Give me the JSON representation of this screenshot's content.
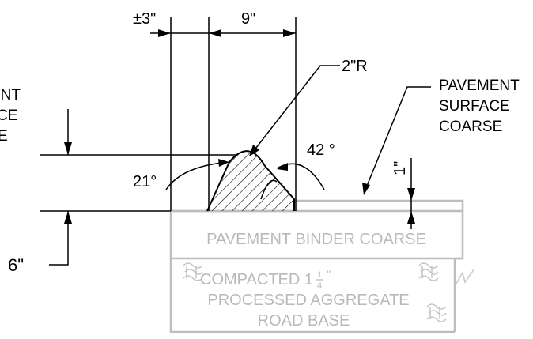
{
  "dimensions": {
    "offset_label": "±3\"",
    "width_label": "9\"",
    "radius_label": "2\"R",
    "angle_right_label": "42 °",
    "angle_left_label": "21°",
    "overlap_label": "1\"",
    "depth_label": "6\""
  },
  "callouts": {
    "left_partial_lines": [
      "ENT",
      "CE",
      "E"
    ],
    "surface_lines": [
      "PAVEMENT",
      "SURFACE",
      "COARSE"
    ]
  },
  "layers": {
    "binder_label": "PAVEMENT BINDER COARSE",
    "base_line1": "COMPACTED 1",
    "base_fraction_num": "1",
    "base_fraction_den": "4",
    "base_fraction_unit": "\"",
    "base_line2": "PROCESSED AGGREGATE",
    "base_line3": "ROAD BASE"
  }
}
